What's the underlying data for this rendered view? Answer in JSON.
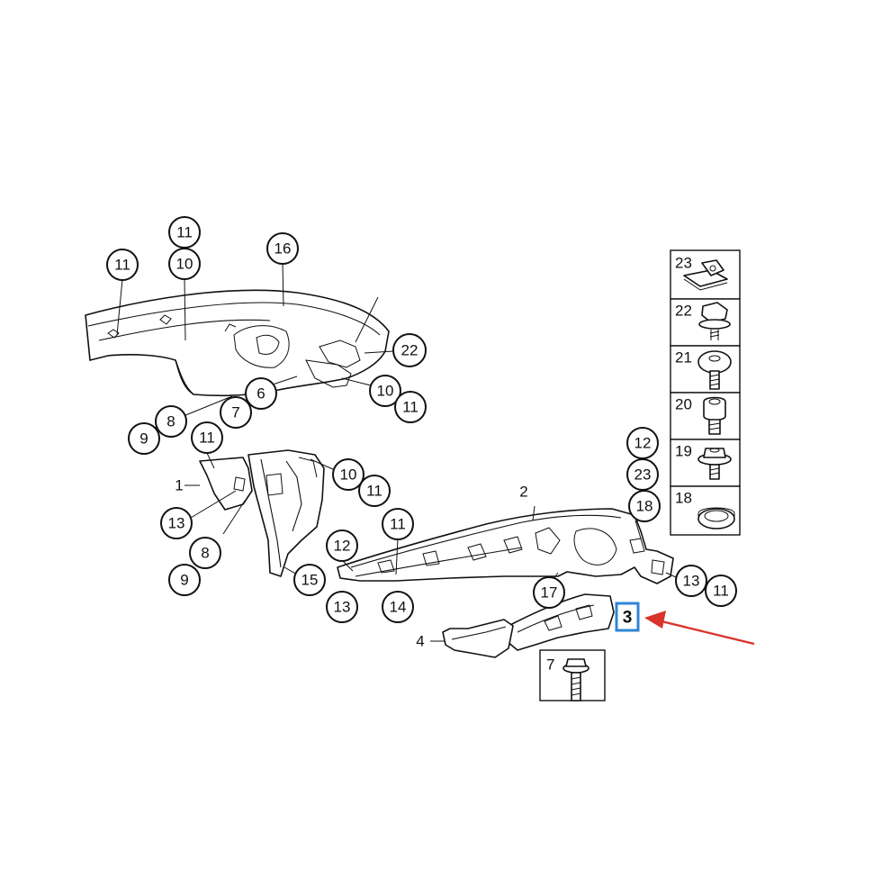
{
  "callouts": {
    "c01": "11",
    "c02": "11",
    "c03": "10",
    "c04": "16",
    "c05": "22",
    "c06": "10",
    "c07": "11",
    "c08": "6",
    "c09": "7",
    "c10": "8",
    "c11": "9",
    "c12": "11",
    "c13": "10",
    "c14": "11",
    "c15": "13",
    "c16": "8",
    "c17": "9",
    "c18": "15",
    "c19": "12",
    "c20": "13",
    "c21": "11",
    "c22": "14",
    "c23": "12",
    "c24": "23",
    "c25": "18",
    "c26": "17",
    "c27": "13",
    "c28": "11"
  },
  "plain_labels": {
    "p1": "1",
    "p2": "2",
    "p4": "4"
  },
  "legend": {
    "items": [
      "23",
      "22",
      "21",
      "20",
      "19",
      "18"
    ],
    "bottom_item": "7"
  },
  "highlight": {
    "label": "3",
    "box_color": "#2f86d6",
    "arrow_color": "#d9342b"
  }
}
